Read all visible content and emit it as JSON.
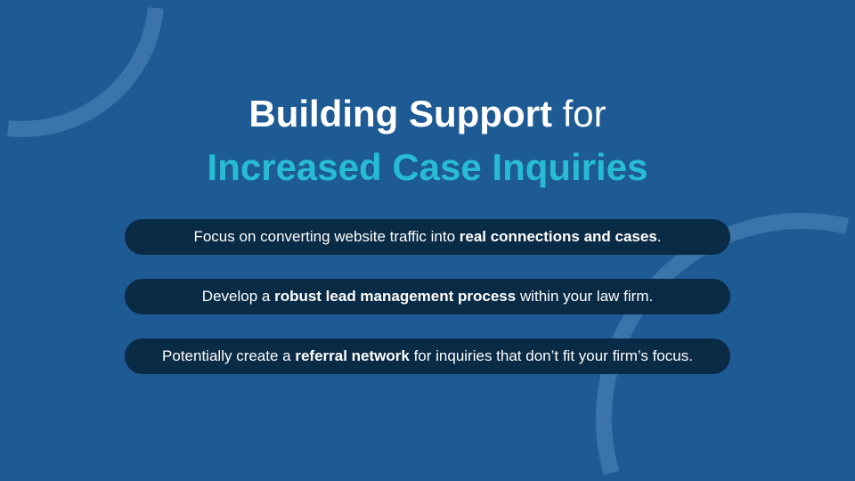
{
  "colors": {
    "background": "#1e5a94",
    "accent": "#27bcd4",
    "pill": "#0a2b45"
  },
  "title": {
    "line1_bold": "Building Support",
    "line1_light": "for",
    "line2": "Increased Case Inquiries"
  },
  "bullets": [
    {
      "pre": "Focus on converting website traffic into ",
      "bold": "real connections and cases",
      "post": "."
    },
    {
      "pre": "Develop a ",
      "bold": "robust lead management process",
      "post": " within your law firm."
    },
    {
      "pre": "Potentially create a ",
      "bold": "referral network",
      "post": " for inquiries that don’t fit your firm’s focus."
    }
  ]
}
